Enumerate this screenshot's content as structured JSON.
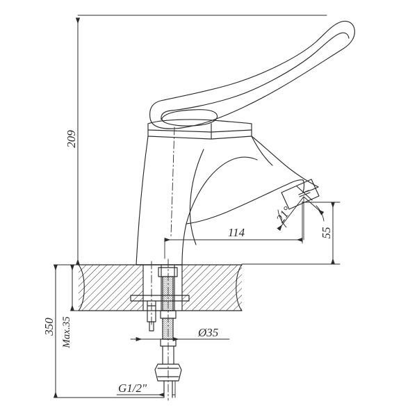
{
  "drawing": {
    "title": "Single-lever basin mixer tap — dimensioned side elevation",
    "type": "technical-drawing",
    "units": "mm",
    "line_color": "#2a2a2a",
    "hatch_color": "#2a2a2a",
    "background": "#ffffff"
  },
  "dimensions": {
    "height_overall": "209",
    "spout_reach": "114",
    "spout_height": "55",
    "aerator_angle": "21°",
    "supply_hose_length": "350",
    "max_counter_thickness": "Max.35",
    "base_diameter": "Ø35",
    "thread_size": "G1/2\""
  },
  "labels": [
    {
      "id": "height-209",
      "text": "209",
      "meaning": "overall height from counter to top of lever",
      "orientation": "vertical"
    },
    {
      "id": "reach-114",
      "text": "114",
      "meaning": "horizontal spout reach from tap axis",
      "orientation": "horizontal"
    },
    {
      "id": "height-55",
      "text": "55",
      "meaning": "spout outlet height above counter",
      "orientation": "vertical"
    },
    {
      "id": "angle-21",
      "text": "21°",
      "meaning": "aerator outlet angle",
      "orientation": "rotated"
    },
    {
      "id": "len-350",
      "text": "350",
      "meaning": "flexible supply hose length",
      "orientation": "vertical"
    },
    {
      "id": "max-35",
      "text": "Max.35",
      "meaning": "maximum counter top thickness",
      "orientation": "vertical"
    },
    {
      "id": "dia-35",
      "text": "Ø35",
      "meaning": "base / mounting hole diameter",
      "orientation": "horizontal"
    },
    {
      "id": "thread-g12",
      "text": "G1/2\"",
      "meaning": "supply connection thread size",
      "orientation": "horizontal"
    }
  ],
  "components": [
    {
      "name": "lever-handle",
      "note": "long curved single lever rising to upper right"
    },
    {
      "name": "handle-cap",
      "note": "banded cylindrical cap below lever"
    },
    {
      "name": "tap-body",
      "note": "tapered column body"
    },
    {
      "name": "spout",
      "note": "curved cast spout extending right"
    },
    {
      "name": "aerator",
      "note": "angled outlet block at spout tip"
    },
    {
      "name": "escutcheon-base",
      "note": "base flange resting on counter"
    },
    {
      "name": "counter-section",
      "note": "hatched counter top cut section"
    },
    {
      "name": "mounting-stud",
      "note": "threaded stud through counter"
    },
    {
      "name": "mounting-washer",
      "note": "horizontal clamp plate under counter"
    },
    {
      "name": "mounting-nut",
      "note": "fixing nut on stud"
    },
    {
      "name": "supply-hose",
      "note": "stippled flexible supply hose"
    },
    {
      "name": "hex-nut",
      "note": "hex connection nut at hose end"
    },
    {
      "name": "supply-tube",
      "note": "lower supply tube"
    }
  ]
}
